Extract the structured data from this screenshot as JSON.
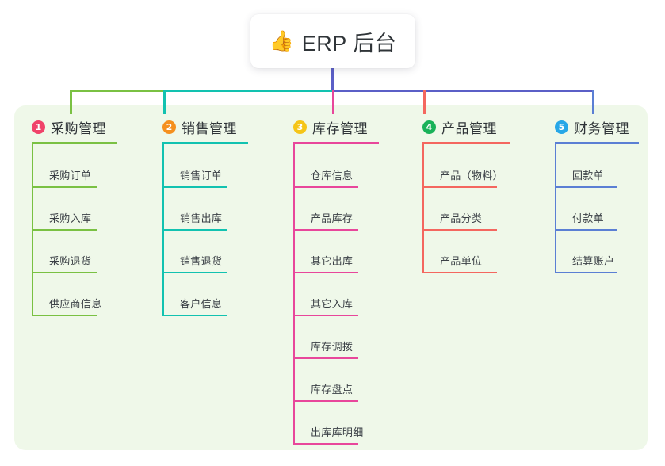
{
  "diagram": {
    "type": "mind-map",
    "title": {
      "icon": "thumbs-up-icon",
      "icon_glyph": "👍",
      "text": "ERP 后台"
    },
    "panel_color": "#eff8e9",
    "trunk_color": "#5b5fc7",
    "bus_segments": [
      {
        "name": "bus-green",
        "color": "#7ac143"
      },
      {
        "name": "bus-teal",
        "color": "#12c2b0"
      },
      {
        "name": "bus-indigo",
        "color": "#5b5fc7"
      }
    ],
    "columns": [
      {
        "index": "1",
        "title": "采购管理",
        "badge_color": "#f0436a",
        "line_color": "#7ac143",
        "items": [
          "采购订单",
          "采购入库",
          "采购退货",
          "供应商信息"
        ]
      },
      {
        "index": "2",
        "title": "销售管理",
        "badge_color": "#f5901e",
        "line_color": "#12c2b0",
        "items": [
          "销售订单",
          "销售出库",
          "销售退货",
          "客户信息"
        ]
      },
      {
        "index": "3",
        "title": "库存管理",
        "badge_color": "#f5c518",
        "line_color": "#e8479b",
        "items": [
          "仓库信息",
          "产品库存",
          "其它出库",
          "其它入库",
          "库存调拨",
          "库存盘点",
          "出库库明细"
        ]
      },
      {
        "index": "4",
        "title": "产品管理",
        "badge_color": "#19b259",
        "line_color": "#f4675f",
        "items": [
          "产品（物料）",
          "产品分类",
          "产品单位"
        ]
      },
      {
        "index": "5",
        "title": "财务管理",
        "badge_color": "#27a7e7",
        "line_color": "#5b7fd4",
        "items": [
          "回款单",
          "付款单",
          "结算账户"
        ]
      }
    ]
  }
}
